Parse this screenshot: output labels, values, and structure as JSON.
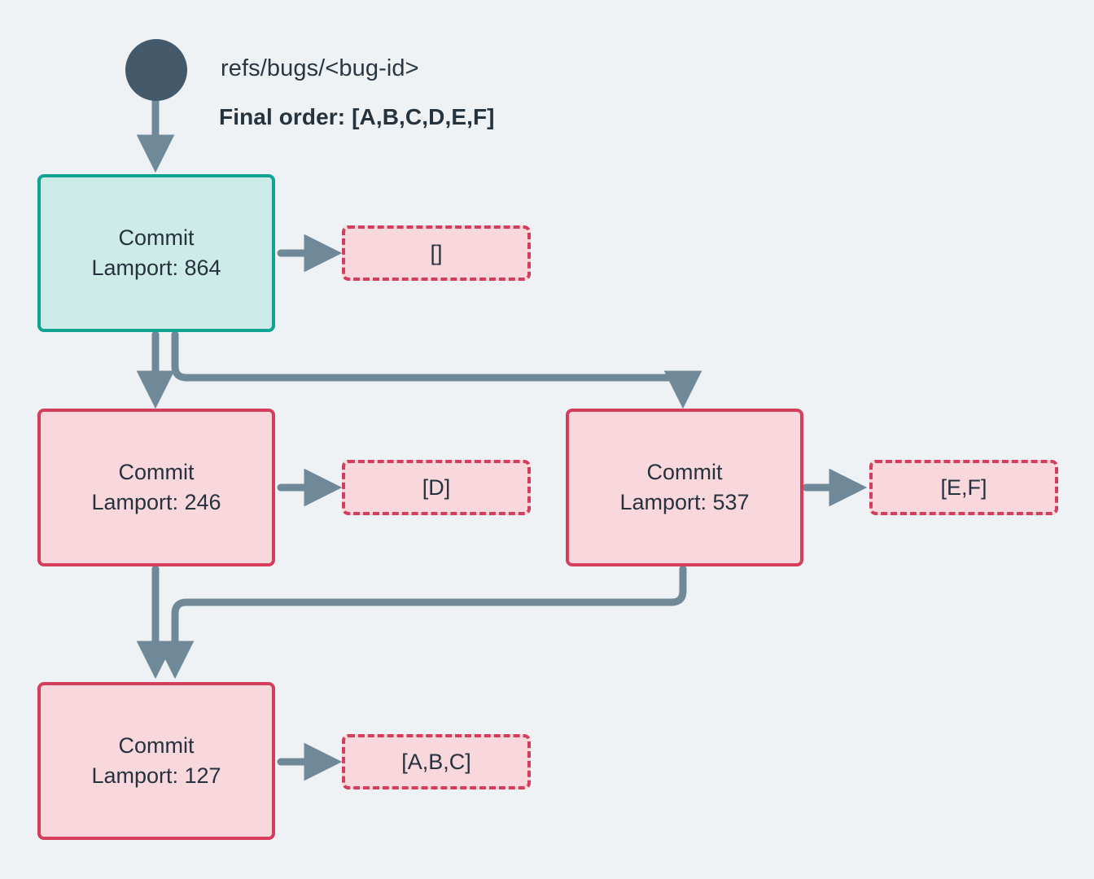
{
  "diagram": {
    "background_color": "#eef2f5",
    "root": {
      "icon": "filled-circle-node",
      "color": "#44596a"
    },
    "header": {
      "ref_label": "refs/bugs/<bug-id>",
      "final_order_label": "Final order: [A,B,C,D,E,F]"
    },
    "colors": {
      "teal_border": "#0fa394",
      "teal_fill": "#cdece7",
      "pink_border": "#d43d5c",
      "pink_fill": "#f8d7dd",
      "edge": "#708999",
      "text": "#26323d"
    },
    "nodes": [
      {
        "id": "c864",
        "title": "Commit",
        "lamport": "Lamport: 864",
        "style": "teal",
        "payload": "[]"
      },
      {
        "id": "c246",
        "title": "Commit",
        "lamport": "Lamport: 246",
        "style": "pink",
        "payload": "[D]"
      },
      {
        "id": "c537",
        "title": "Commit",
        "lamport": "Lamport: 537",
        "style": "pink",
        "payload": "[E,F]"
      },
      {
        "id": "c127",
        "title": "Commit",
        "lamport": "Lamport: 127",
        "style": "pink",
        "payload": "[A,B,C]"
      }
    ],
    "edges": [
      {
        "from": "root",
        "to": "c864"
      },
      {
        "from": "c864",
        "to": "c246"
      },
      {
        "from": "c864",
        "to": "c537"
      },
      {
        "from": "c246",
        "to": "c127"
      },
      {
        "from": "c537",
        "to": "c127"
      },
      {
        "from": "c864",
        "to": "payload-c864"
      },
      {
        "from": "c246",
        "to": "payload-c246"
      },
      {
        "from": "c537",
        "to": "payload-c537"
      },
      {
        "from": "c127",
        "to": "payload-c127"
      }
    ]
  }
}
